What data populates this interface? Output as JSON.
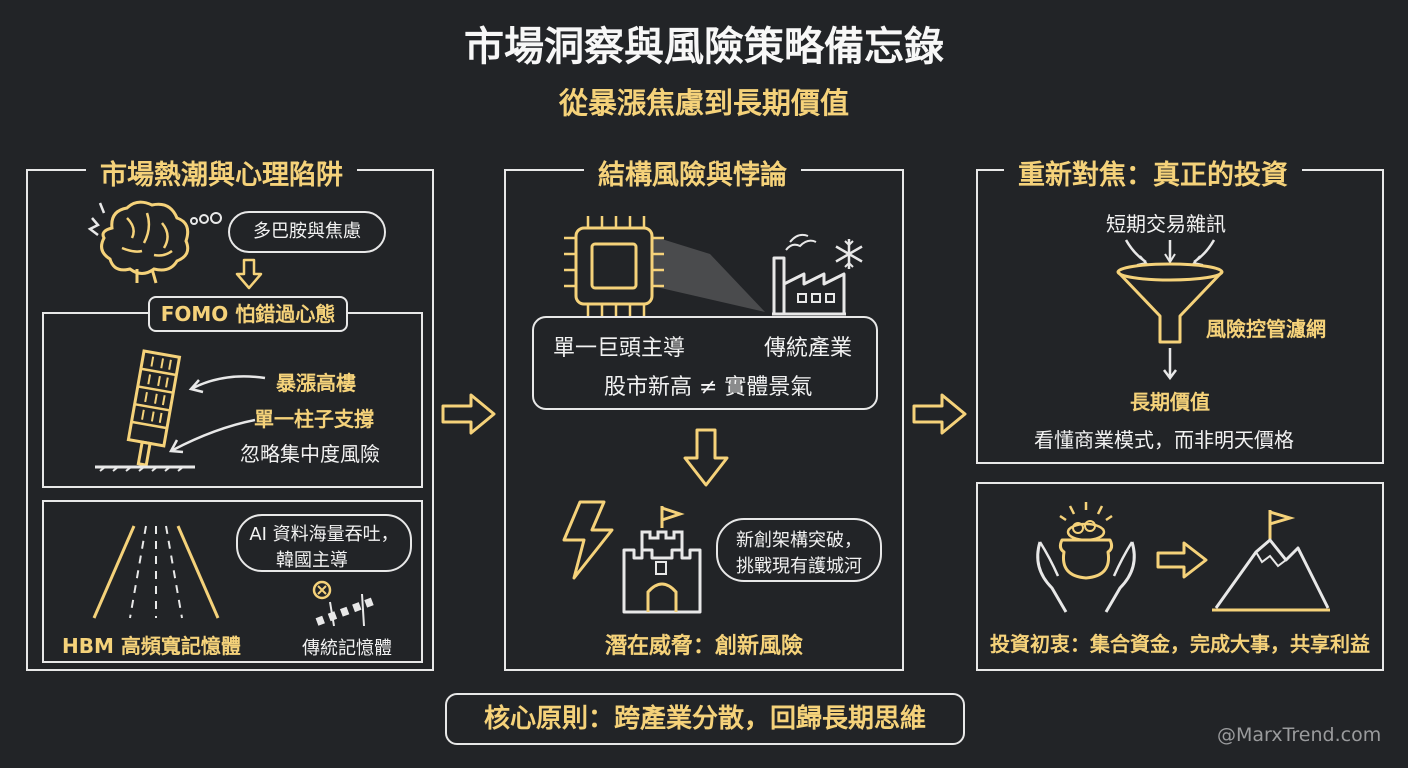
{
  "title": "市場洞察與風險策略備忘錄",
  "subtitle": "從暴漲焦慮到長期價值",
  "colors": {
    "background": "#222427",
    "accent": "#f5d27a",
    "line": "#e8e8e8"
  },
  "panel1": {
    "header": "市場熱潮與心理陷阱",
    "thought": "多巴胺與焦慮",
    "fomo": "FOMO 怕錯過心態",
    "tower_label1": "暴漲高樓",
    "tower_label2": "單一柱子支撐",
    "tower_label3": "忽略集中度風險",
    "speech_line1": "AI 資料海量吞吐，",
    "speech_line2": "韓國主導",
    "hbm": "HBM 高頻寬記憶體",
    "legacy": "傳統記憶體",
    "icons": [
      "brain-icon",
      "highway-icon",
      "leaning-tower-icon",
      "barrier-icon"
    ]
  },
  "panel2": {
    "header": "結構風險與悖論",
    "chip_label": "單一巨頭主導",
    "factory_label": "傳統產業",
    "paradox": "股市新高 ≠ 實體景氣",
    "speech_line1": "新創架構突破，",
    "speech_line2": "挑戰現有護城河",
    "threat": "潛在威脅：創新風險",
    "icons": [
      "chip-icon",
      "factory-icon",
      "snowflake-icon",
      "lightning-icon",
      "castle-icon"
    ]
  },
  "panel3": {
    "header": "重新對焦：真正的投資",
    "noise": "短期交易雜訊",
    "filter": "風險控管濾網",
    "long_value": "長期價值",
    "understand": "看懂商業模式，而非明天價格",
    "icons": [
      "funnel-icon",
      "pot-of-gold-icon",
      "mountain-flag-icon"
    ]
  },
  "panel4": {
    "original_intent": "投資初衷：集合資金，完成大事，共享利益"
  },
  "core_principle": "核心原則：跨產業分散，回歸長期思維",
  "watermark": "@MarxTrend.com"
}
